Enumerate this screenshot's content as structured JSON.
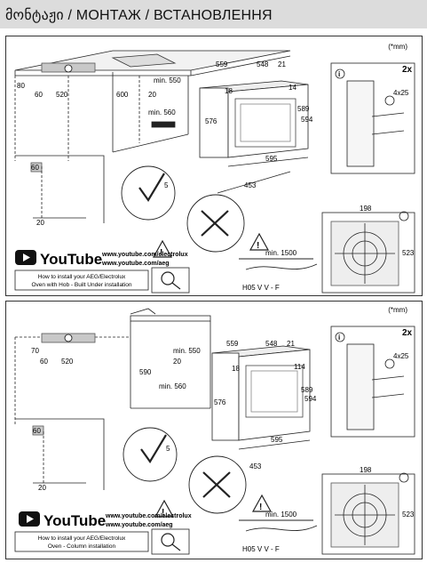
{
  "header": {
    "title": "მონტაჟი / МОНТАЖ / ВСТАНОВЛЕННЯ"
  },
  "units_note": "(*mm)",
  "panels": [
    {
      "dims": {
        "d80": "80",
        "d60": "60",
        "d520": "520",
        "d600": "600",
        "d550": "min. 550",
        "d20": "20",
        "d560": "min. 560",
        "d559": "559",
        "d548": "548",
        "d21": "21",
        "d18": "18",
        "d14": "14",
        "d576": "576",
        "d589": "589",
        "d594": "594",
        "d595": "595",
        "d453": "453",
        "d5": "5",
        "d60b": "60",
        "d20b": "20",
        "d198": "198",
        "d523": "523",
        "d1500": "min. 1500",
        "screws": "4x25",
        "qty": "2x"
      },
      "cable": "H05 V V - F",
      "youtube": {
        "brand": "YouTube",
        "url1": "www.youtube.com/electrolux",
        "url2": "www.youtube.com/aeg"
      },
      "howto": {
        "line1": "How to install your AEG/Electrolux",
        "line2": "Oven with Hob - Built Under installation"
      }
    },
    {
      "dims": {
        "d80": "70",
        "d60": "60",
        "d520": "520",
        "d600": "590",
        "d550": "min. 550",
        "d20": "20",
        "d560": "min. 560",
        "d559": "559",
        "d548": "548",
        "d21": "21",
        "d18": "18",
        "d14": "114",
        "d576": "576",
        "d589": "589",
        "d594": "594",
        "d595": "595",
        "d453": "453",
        "d5": "5",
        "d60b": "60",
        "d20b": "20",
        "d198": "198",
        "d523": "523",
        "d1500": "min. 1500",
        "screws": "4x25",
        "qty": "2x"
      },
      "cable": "H05 V V - F",
      "youtube": {
        "brand": "YouTube",
        "url1": "www.youtube.com/electrolux",
        "url2": "www.youtube.com/aeg"
      },
      "howto": {
        "line1": "How to install your AEG/Electrolux",
        "line2": "Oven - Column installation"
      }
    }
  ]
}
